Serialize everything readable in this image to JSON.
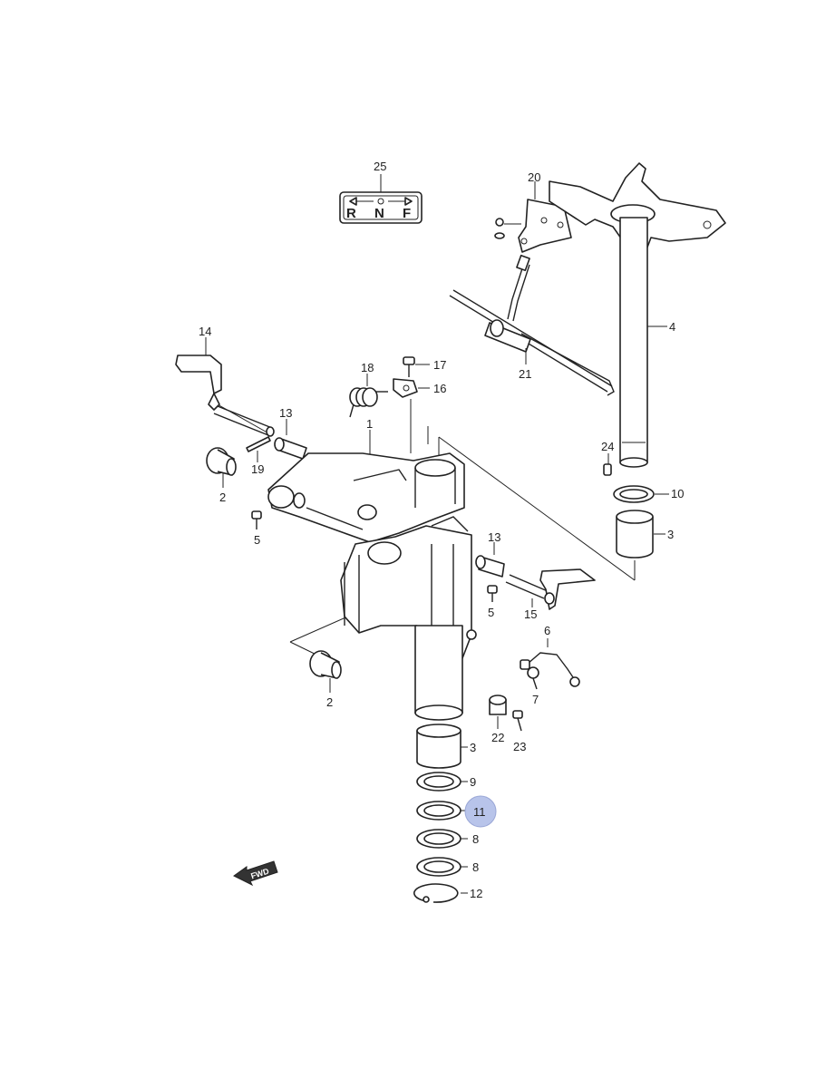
{
  "callouts": {
    "c1": "1",
    "c2a": "2",
    "c2b": "2",
    "c3a": "3",
    "c3b": "3",
    "c4": "4",
    "c5a": "5",
    "c5b": "5",
    "c6": "6",
    "c7": "7",
    "c8a": "8",
    "c8b": "8",
    "c9": "9",
    "c10": "10",
    "c11": "11",
    "c12": "12",
    "c13a": "13",
    "c13b": "13",
    "c14": "14",
    "c15": "15",
    "c16": "16",
    "c17": "17",
    "c18": "18",
    "c19": "19",
    "c20": "20",
    "c21": "21",
    "c22": "22",
    "c23": "23",
    "c24": "24",
    "c25": "25"
  },
  "shift_plate": {
    "r": "R",
    "n": "N",
    "f": "F"
  },
  "fwd_arrow": {
    "label": "FWD"
  },
  "highlight": {
    "callout": "11",
    "color": "#b8c4ea"
  }
}
